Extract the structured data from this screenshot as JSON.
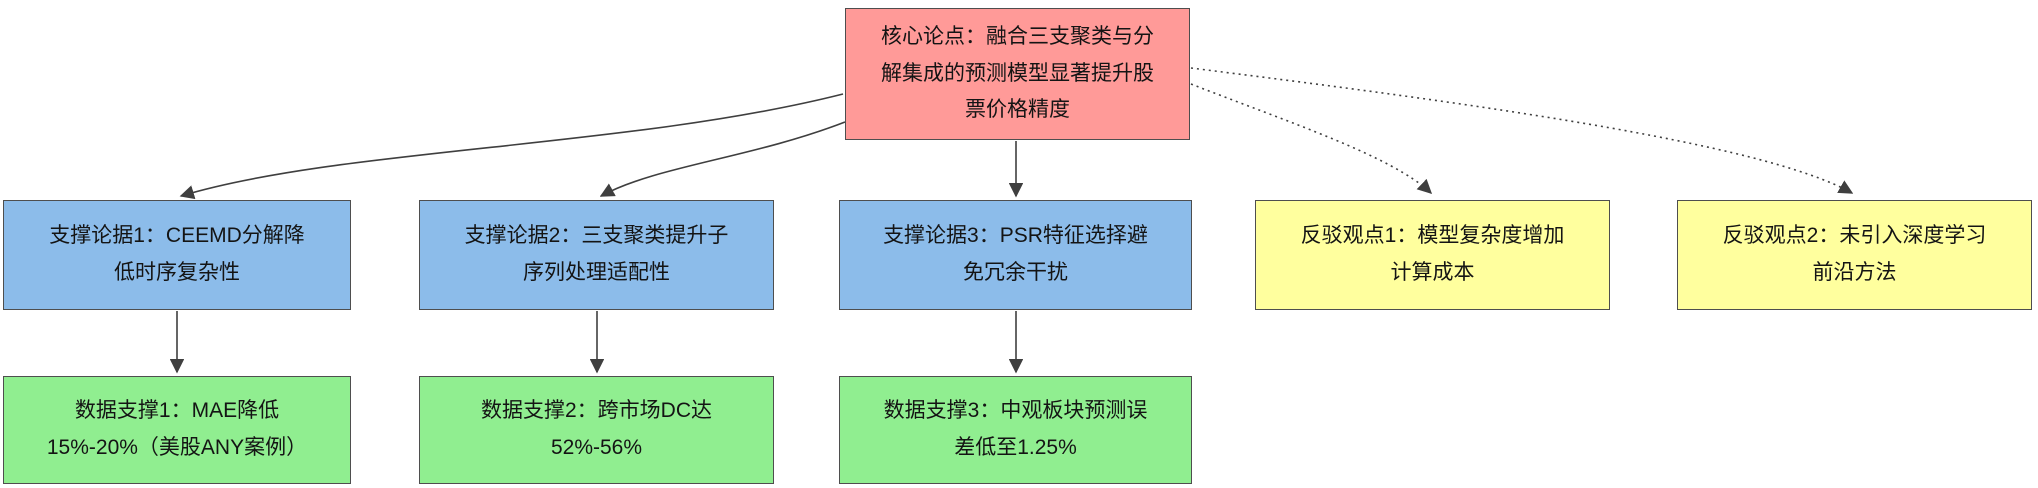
{
  "diagram": {
    "nodes": {
      "core": {
        "id": "core",
        "label": "核心论点：融合三支聚类与分解集成的预测模型显著提升股票价格精度",
        "color": "#ff9a98"
      },
      "support1": {
        "id": "support1",
        "label": "支撑论据1：CEEMD分解降低时序复杂性",
        "color": "#8cbcea"
      },
      "support2": {
        "id": "support2",
        "label": "支撑论据2：三支聚类提升子序列处理适配性",
        "color": "#8cbcea"
      },
      "support3": {
        "id": "support3",
        "label": "支撑论据3：PSR特征选择避免冗余干扰",
        "color": "#8cbcea"
      },
      "rebuttal1": {
        "id": "rebuttal1",
        "label": "反驳观点1：模型复杂度增加计算成本",
        "color": "#ffff9e"
      },
      "rebuttal2": {
        "id": "rebuttal2",
        "label": "反驳观点2：未引入深度学习前沿方法",
        "color": "#ffff9e"
      },
      "data1": {
        "id": "data1",
        "label": "数据支撑1：MAE降低15%-20%（美股ANY案例）",
        "color": "#90ee90"
      },
      "data2": {
        "id": "data2",
        "label": "数据支撑2：跨市场DC达52%-56%",
        "color": "#90ee90"
      },
      "data3": {
        "id": "data3",
        "label": "数据支撑3：中观板块预测误差低至1.25%",
        "color": "#90ee90"
      }
    },
    "edges": [
      {
        "from": "core",
        "to": "support1",
        "style": "solid"
      },
      {
        "from": "core",
        "to": "support2",
        "style": "solid"
      },
      {
        "from": "core",
        "to": "support3",
        "style": "solid"
      },
      {
        "from": "core",
        "to": "rebuttal1",
        "style": "dotted"
      },
      {
        "from": "core",
        "to": "rebuttal2",
        "style": "dotted"
      },
      {
        "from": "support1",
        "to": "data1",
        "style": "solid"
      },
      {
        "from": "support2",
        "to": "data2",
        "style": "solid"
      },
      {
        "from": "support3",
        "to": "data3",
        "style": "solid"
      }
    ],
    "colors": {
      "core": "#ff9a98",
      "support": "#8cbcea",
      "rebuttal": "#ffff9e",
      "data_support": "#90ee90",
      "edge": "#3f3f3f",
      "border": "#4e4e4e"
    }
  }
}
